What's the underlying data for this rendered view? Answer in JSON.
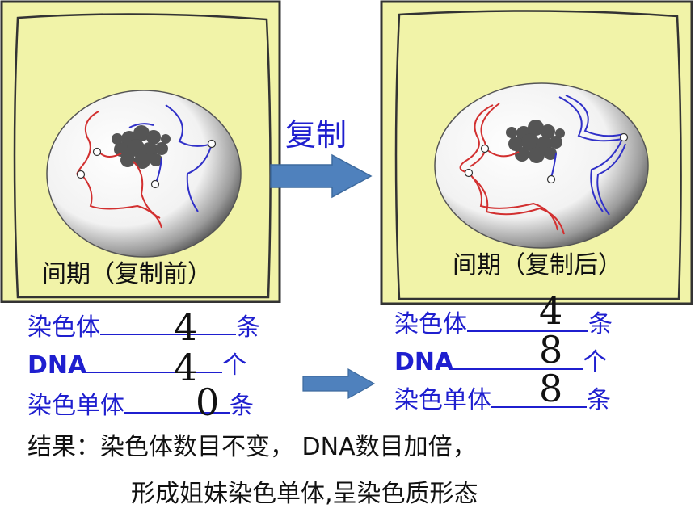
{
  "arrow_label": "复制",
  "before": {
    "phase_label": "间期（复制前）",
    "rows": [
      {
        "label": "染色体",
        "value": "4",
        "unit": "条"
      },
      {
        "label": "DNA",
        "value": "4",
        "unit": "个"
      },
      {
        "label": "染色单体",
        "value": "0",
        "unit": "条"
      }
    ]
  },
  "after": {
    "phase_label": "间期（复制后）",
    "rows": [
      {
        "label": "染色体",
        "value": "4",
        "unit": "条"
      },
      {
        "label": "DNA",
        "value": "8",
        "unit": "个"
      },
      {
        "label": "染色单体",
        "value": "8",
        "unit": "条"
      }
    ]
  },
  "result": {
    "line1": "结果：染色体数目不变， DNA数目加倍，",
    "line2": "形成姐妹染色单体,呈染色质形态"
  },
  "colors": {
    "cell_fill": "#f1f3a8",
    "arrow": "#4f81bd",
    "label_blue": "#1f1fcf",
    "chromosome_red": "#d23030",
    "chromosome_blue": "#3030c8"
  }
}
